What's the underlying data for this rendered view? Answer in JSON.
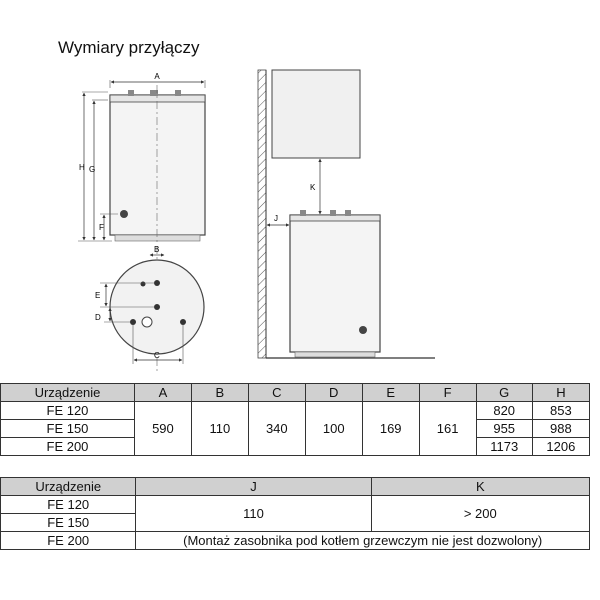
{
  "title": "Wymiary przyłączy",
  "labels": {
    "A": "A",
    "B": "B",
    "C": "C",
    "D": "D",
    "E": "E",
    "F": "F",
    "G": "G",
    "H": "H",
    "J": "J",
    "K": "K"
  },
  "table1": {
    "headers": [
      "Urządzenie",
      "A",
      "B",
      "C",
      "D",
      "E",
      "F",
      "G",
      "H"
    ],
    "models": [
      "FE 120",
      "FE 150",
      "FE 200"
    ],
    "common": {
      "A": "590",
      "B": "110",
      "C": "340",
      "D": "100",
      "E": "169",
      "F": "161"
    },
    "G": [
      "820",
      "955",
      "1173"
    ],
    "H": [
      "853",
      "988",
      "1206"
    ]
  },
  "table2": {
    "headers": [
      "Urządzenie",
      "J",
      "K"
    ],
    "models": [
      "FE 120",
      "FE 150",
      "FE 200"
    ],
    "J": "110",
    "K": "> 200",
    "note": "(Montaż zasobnika pod kotłem grzewczym nie jest dozwolony)"
  }
}
